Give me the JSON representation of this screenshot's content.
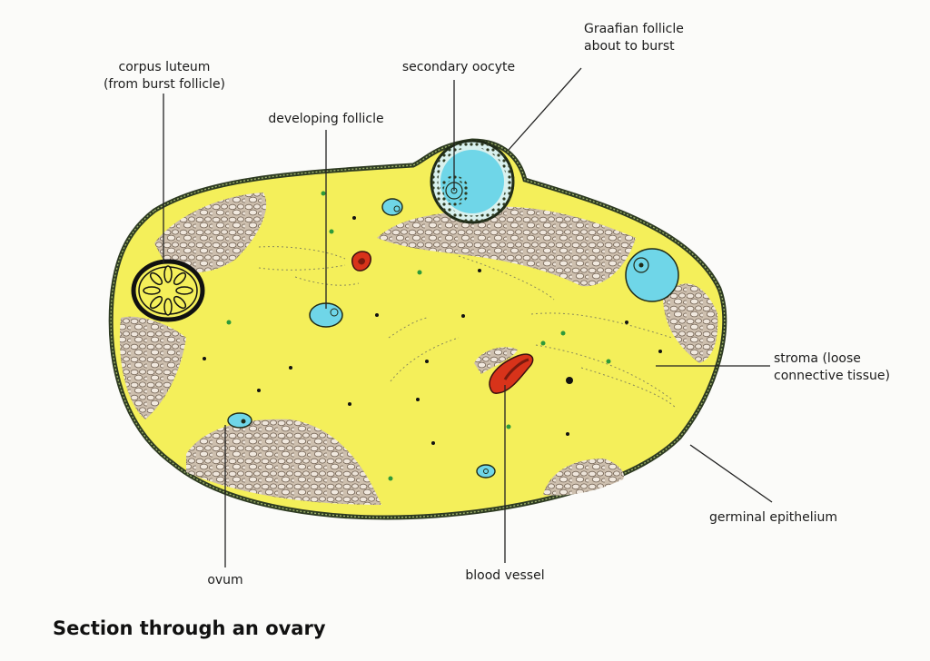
{
  "labels": {
    "corpus_luteum": [
      "corpus luteum",
      "(from burst follicle)"
    ],
    "secondary_oocyte": "secondary oocyte",
    "graafian_follicle": [
      "Graafian follicle",
      "about to burst"
    ],
    "developing_follicle": "developing follicle",
    "stroma": [
      "stroma (loose",
      "connective tissue)"
    ],
    "germinal_epithelium": "germinal epithelium",
    "ovum": "ovum",
    "blood_vessel": "blood vessel"
  },
  "caption": "Section through an ovary",
  "colors": {
    "stroma_fill": "#f4ef5a",
    "outline": "#3a4a2c",
    "follicle_fluid": "#6fd6e8",
    "granular_tissue": "#bfb0a0",
    "blood": "#d8331a",
    "line": "#222222"
  }
}
